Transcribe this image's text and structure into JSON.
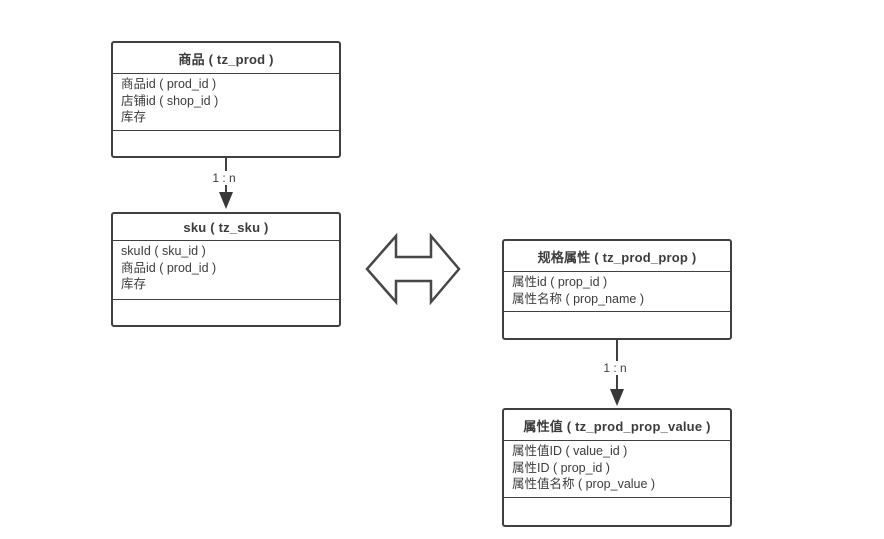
{
  "diagram": {
    "background_color": "#ffffff",
    "line_color": "#404040",
    "text_color": "#3c3c3c",
    "entities": [
      {
        "name": "prod",
        "title": "商品 ( tz_prod )",
        "fields": [
          "商品id ( prod_id )",
          "店铺id ( shop_id )",
          "库存"
        ]
      },
      {
        "name": "sku",
        "title": "sku ( tz_sku )",
        "fields": [
          "skuId ( sku_id )",
          "商品id ( prod_id )",
          "库存"
        ]
      },
      {
        "name": "prod_prop",
        "title": "规格属性 ( tz_prod_prop )",
        "fields": [
          "属性id ( prop_id )",
          "属性名称 ( prop_name )"
        ]
      },
      {
        "name": "prod_prop_value",
        "title": "属性值 ( tz_prod_prop_value )",
        "fields": [
          "属性值ID ( value_id )",
          "属性ID ( prop_id )",
          "属性值名称 ( prop_value )"
        ]
      }
    ],
    "connectors": [
      {
        "type": "arrow-down",
        "from": "商品 ( tz_prod )",
        "to": "sku ( tz_sku )",
        "label": "1 : n"
      },
      {
        "type": "arrow-down",
        "from": "规格属性 ( tz_prod_prop )",
        "to": "属性值 ( tz_prod_prop_value )",
        "label": "1 : n"
      },
      {
        "type": "double-headed-arrow",
        "between": [
          "sku ( tz_sku )",
          "规格属性 ( tz_prod_prop )"
        ],
        "label": ""
      }
    ]
  }
}
